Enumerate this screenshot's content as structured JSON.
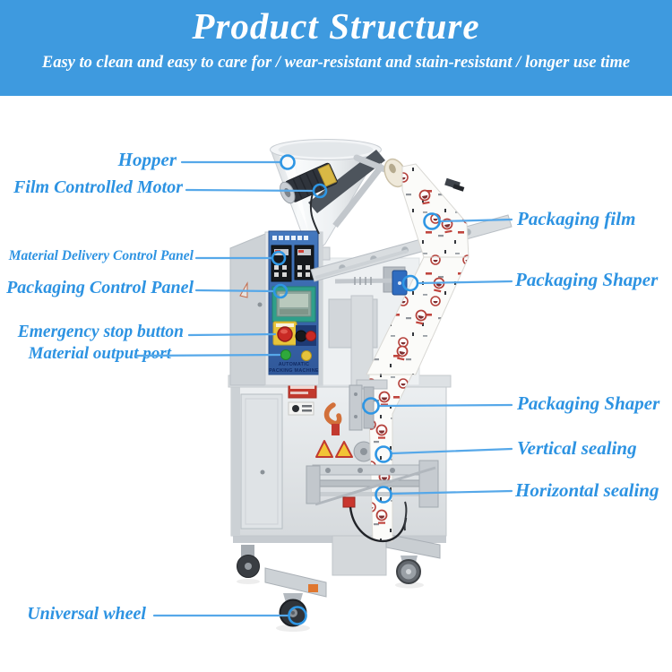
{
  "header": {
    "title": "Product Structure",
    "subtitle": "Easy to clean and easy to care for / wear-resistant and stain-resistant / longer use time"
  },
  "callouts": {
    "hopper": "Hopper",
    "film_controlled_motor": "Film Controlled Motor",
    "material_delivery_control_panel": "Material Delivery Control Panel",
    "packaging_control_panel": "Packaging Control Panel",
    "emergency_stop_button": "Emergency stop button",
    "material_output_port": "Material output port",
    "universal_wheel": "Universal wheel",
    "packaging_film": "Packaging film",
    "packaging_shaper_upper": "Packaging Shaper",
    "packaging_shaper_lower": "Packaging Shaper",
    "vertical_sealing": "Vertical sealing",
    "horizontal_sealing": "Horizontal sealing"
  },
  "machine": {
    "panel_line1": "AUTOMATIC",
    "panel_line2": "PACKING MACHINE"
  },
  "colors": {
    "banner_background": "#3E9ADF",
    "banner_text": "#FFFFFF",
    "callout_text": "#2D93E2",
    "callout_line": "#56A8E9",
    "callout_circle": "#2E96E4",
    "control_panel_blue": "#3B6FB5",
    "emergency_button_red": "#C92A25"
  }
}
